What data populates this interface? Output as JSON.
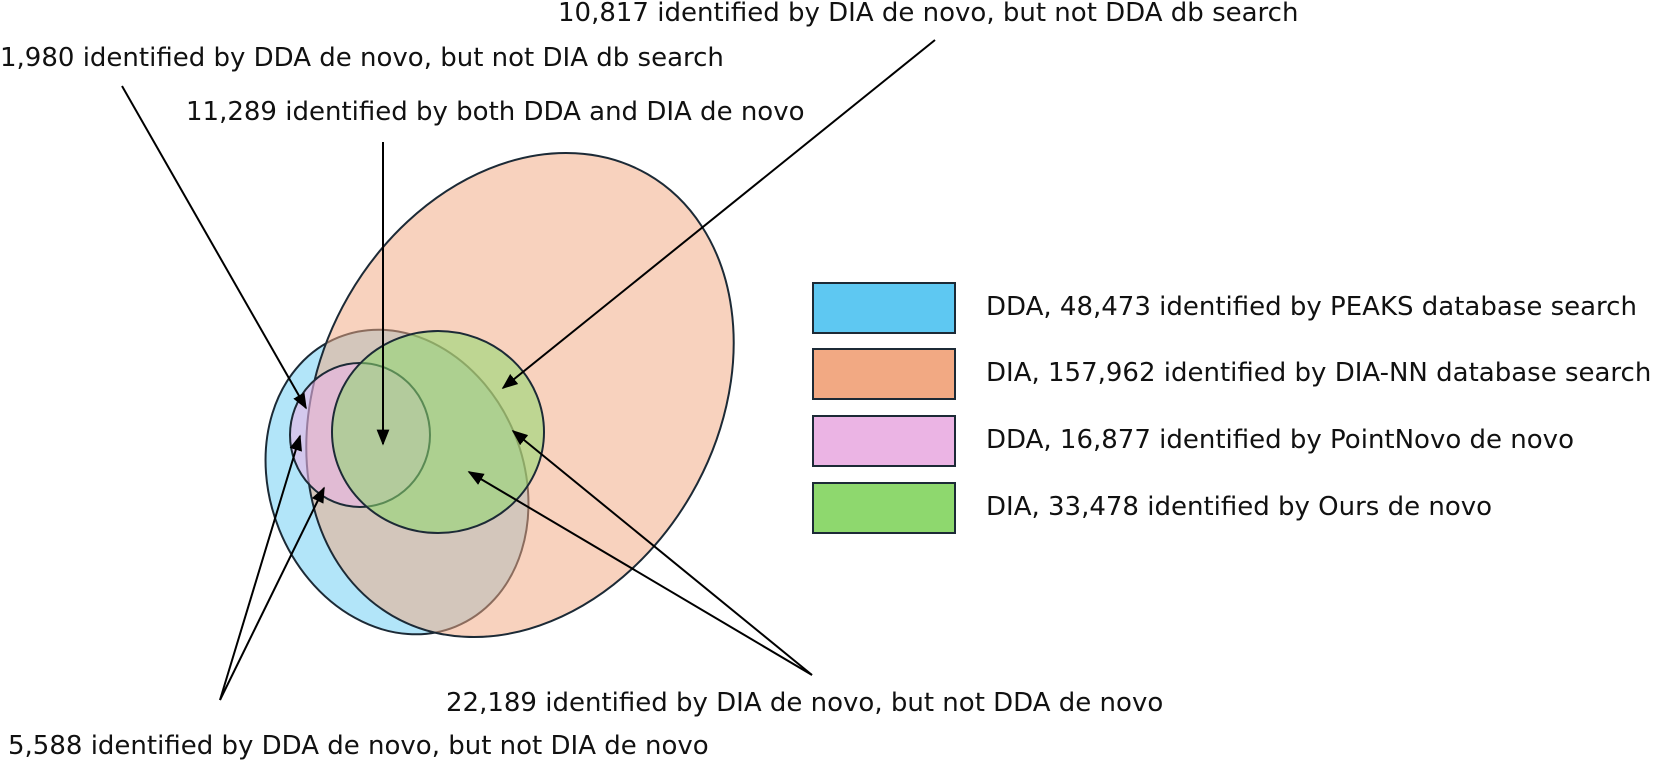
{
  "diagram": {
    "sets": [
      {
        "id": "dda-db",
        "label": "DDA, 48,473 identified by PEAKS database search",
        "color": "#5ec8f2"
      },
      {
        "id": "dia-db",
        "label": "DIA, 157,962 identified by DIA-NN database search",
        "color": "#f2a983"
      },
      {
        "id": "dda-novo",
        "label": "DDA, 16,877 identified by PointNovo de novo",
        "color": "#ebb4e4"
      },
      {
        "id": "dia-novo",
        "label": "DIA, 33,478 identified by Ours de novo",
        "color": "#8ed86e"
      }
    ],
    "annotations": {
      "dia_novo_not_dda_db": "10,817 identified by DIA de novo, but not DDA db search",
      "dda_novo_not_dia_db": "1,980 identified by DDA de novo, but not DIA db search",
      "both_novo": "11,289 identified by both DDA and DIA de novo",
      "dia_novo_not_dda_novo": "22,189 identified by DIA de novo, but not DDA de novo",
      "dda_novo_not_dia_novo": "5,588 identified by DDA de novo, but not DIA de novo"
    }
  }
}
